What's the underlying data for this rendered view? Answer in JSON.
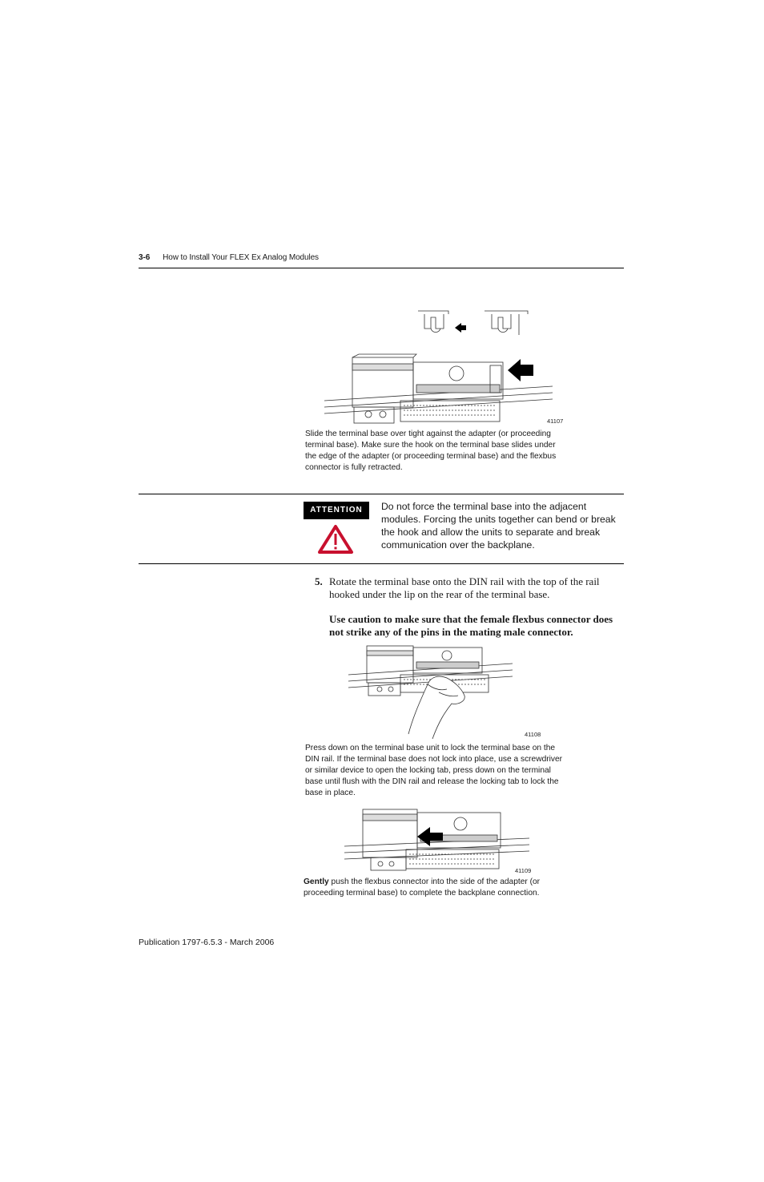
{
  "header": {
    "page_number": "3-6",
    "chapter_title": "How to Install Your FLEX Ex Analog Modules"
  },
  "figures": [
    {
      "id": "41107",
      "caption": "Slide the terminal base over tight against the adapter (or proceeding terminal base). Make sure the hook on the terminal base slides under the edge of the adapter (or proceeding terminal base) and the flexbus connector is fully retracted."
    },
    {
      "id": "41108",
      "caption": "Press down on the terminal base unit to lock the terminal base on the DIN rail. If the terminal base does not lock into place, use a screwdriver or similar device to open the locking tab, press down on the terminal base until flush with the DIN rail and release the locking tab to lock the base in place."
    },
    {
      "id": "41109",
      "caption_bold": "Gently",
      "caption": " push the flexbus connector into the side of the adapter (or proceeding terminal base) to complete the backplane connection."
    }
  ],
  "attention": {
    "label": "ATTENTION",
    "text": "Do not force the terminal base into the adjacent modules. Forcing the units together can bend or break the hook and allow the units to separate and break communication over the backplane."
  },
  "step5": {
    "number": "5.",
    "text": "Rotate the terminal base onto the DIN rail with the top of the rail hooked under the lip on the rear of the terminal base.",
    "caution": "Use caution to make sure that the female flexbus connector does not strike any of the pins in the mating male connector."
  },
  "footer": {
    "publication": "Publication 1797-6.5.3 - March 2006"
  },
  "colors": {
    "warning_red": "#c8102e",
    "rule": "#000000"
  }
}
